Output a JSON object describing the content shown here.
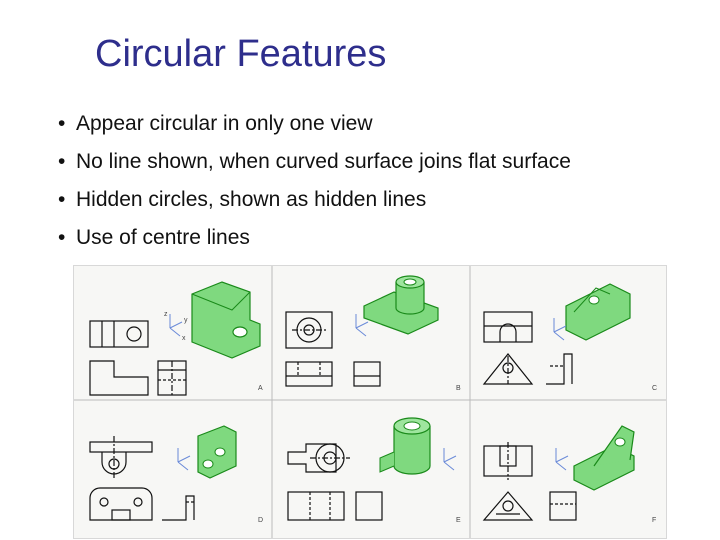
{
  "slide": {
    "title": "Circular Features",
    "bullets": [
      "Appear circular in only one view",
      "No line shown, when curved surface joins flat surface",
      "Hidden circles, shown as hidden lines",
      "Use of centre lines"
    ]
  },
  "figure": {
    "panel_labels": [
      "A",
      "B",
      "C",
      "D",
      "E",
      "F"
    ],
    "axis_labels": [
      "z",
      "y",
      "x"
    ]
  }
}
